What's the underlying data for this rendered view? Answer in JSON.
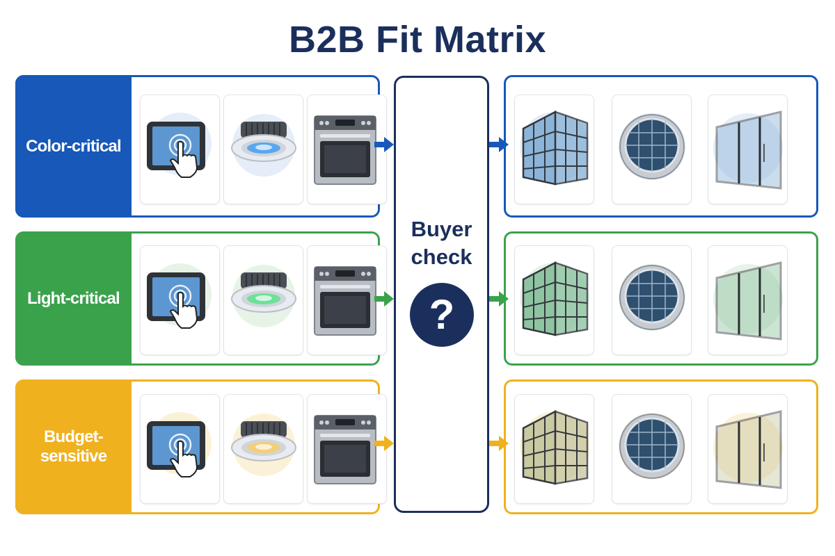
{
  "title": "B2B Fit Matrix",
  "center": {
    "line1": "Buyer",
    "line2": "check",
    "symbol": "?",
    "color": "#1b2f5c"
  },
  "rows": [
    {
      "label": "Color-critical",
      "color": "#1758b8",
      "tint": "#e4edf8",
      "light": "#5aa7f0",
      "glass": "#8cb4d8"
    },
    {
      "label": "Light-critical",
      "color": "#3ba24c",
      "tint": "#e6f3e6",
      "light": "#6fe09a",
      "glass": "#8fc4a2"
    },
    {
      "label": "Budget-sensitive",
      "color": "#f0b11e",
      "tint": "#fbf1d6",
      "light": "#f2cf78",
      "glass": "#c9c9a2"
    }
  ],
  "icons": {
    "input": [
      "touchscreen-tablet-icon",
      "downlight-icon",
      "wall-oven-icon"
    ],
    "output": [
      "glass-facade-building-icon",
      "round-solar-panel-icon",
      "glass-partition-wall-icon"
    ]
  }
}
